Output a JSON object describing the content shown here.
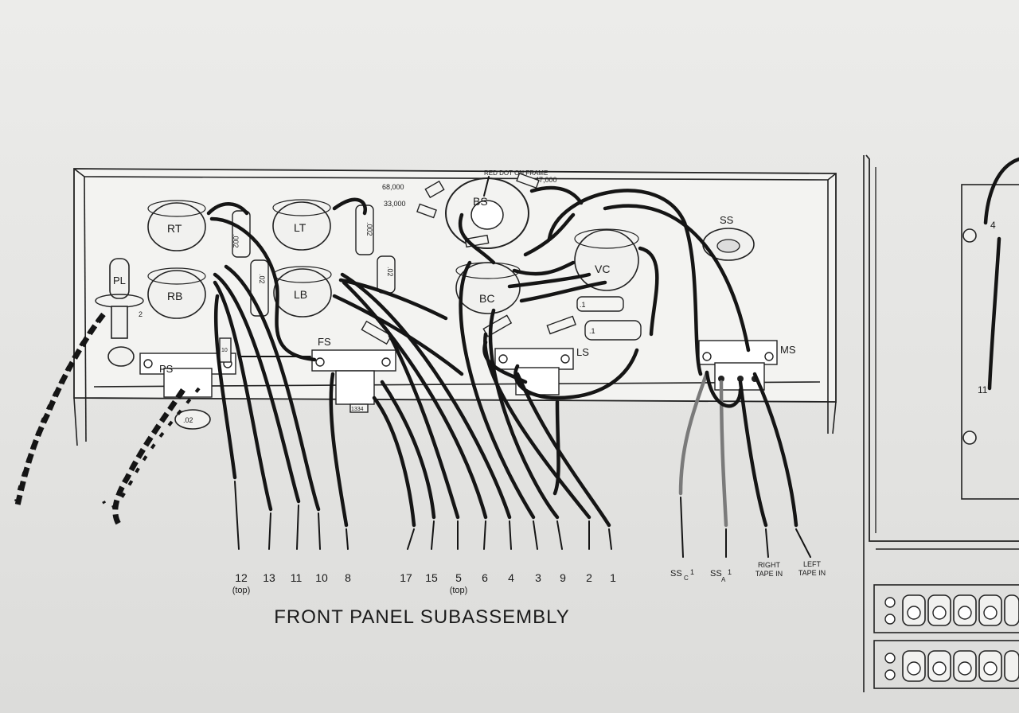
{
  "title": "FRONT PANEL SUBASSEMBLY",
  "note_red_dot": "RED DOT ON FRAME",
  "controls": {
    "rt": "RT",
    "lt": "LT",
    "rb": "RB",
    "lb": "LB",
    "bs": "BS",
    "bc": "BC",
    "vc": "VC",
    "ss": "SS",
    "pl": "PL",
    "ps": "PS",
    "fs": "FS",
    "ls": "LS",
    "ms": "MS"
  },
  "component_values": {
    "r68k": "68,000",
    "r33k": "33,000",
    "r47k": "47,000",
    "c002_a": ".002",
    "c002_b": ".002",
    "c02_a": ".02",
    "c02_b": ".02",
    "c02_c": ".02",
    "c1_a": ".1",
    "c1_b": ".1",
    "c10": "10",
    "c1334": "1334"
  },
  "wire_labels": [
    "12",
    "13",
    "11",
    "10",
    "8",
    "17",
    "15",
    "5",
    "6",
    "4",
    "3",
    "9",
    "2",
    "1"
  ],
  "top_note": "(top)",
  "ss_labels": {
    "ssc": "SS",
    "ssc_sub": "C",
    "ssa": "SS",
    "ssa_sub": "A",
    "one": "1"
  },
  "tape_labels": {
    "right_1": "RIGHT",
    "right_2": "TAPE IN",
    "left_1": "LEFT",
    "left_2": "TAPE IN"
  },
  "side_numbers": {
    "n4": "4",
    "n11": "11"
  }
}
